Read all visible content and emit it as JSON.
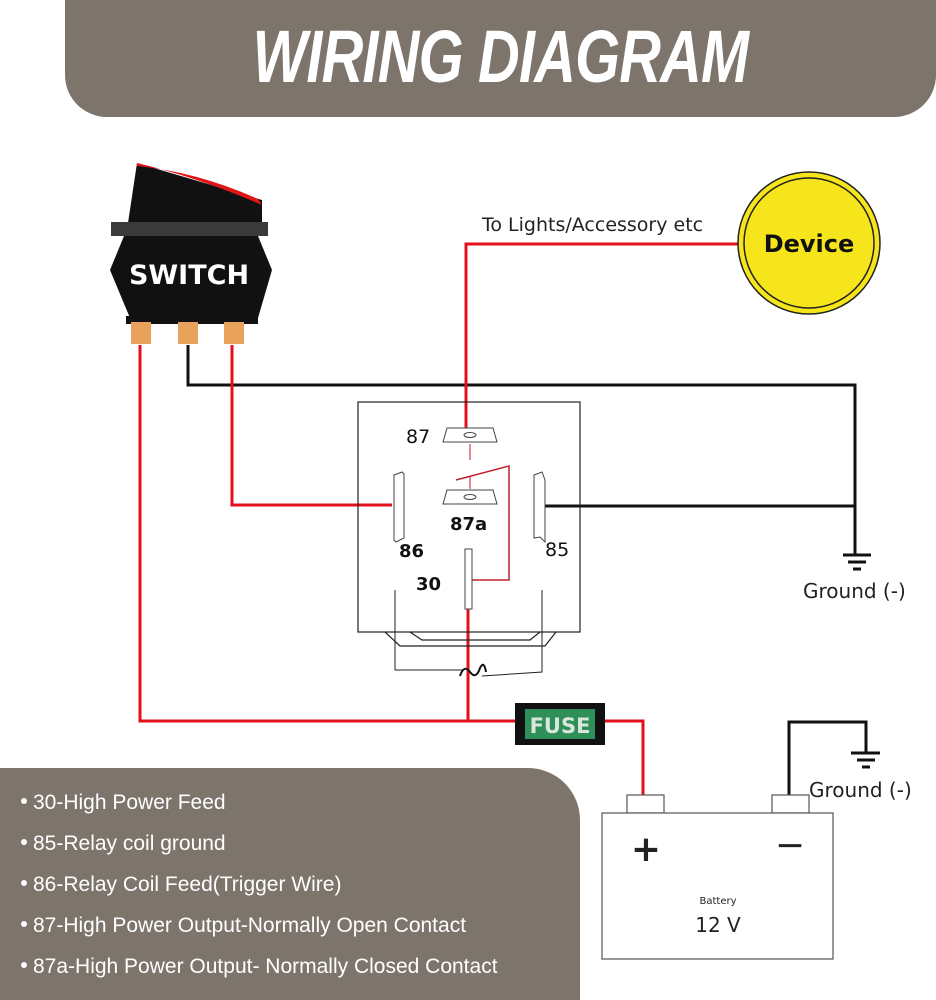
{
  "header": {
    "title": "WIRING DIAGRAM"
  },
  "colors": {
    "banner": "#7d746c",
    "wire_power": "#e3101c",
    "wire_ground": "#111111",
    "device_fill": "#f7e51b",
    "fuse_fill": "#2f8f58",
    "switch_pin": "#e8a25b",
    "switch_rocker": "#e01515"
  },
  "switch": {
    "label": "SWITCH"
  },
  "device": {
    "label": "Device",
    "wire_label": "To Lights/Accessory etc"
  },
  "relay": {
    "pins": {
      "p87": "87",
      "p87a": "87a",
      "p86": "86",
      "p85": "85",
      "p30": "30"
    }
  },
  "ground_labels": {
    "relay_ground": "Ground (-)",
    "battery_ground": "Ground (-)"
  },
  "fuse": {
    "label": "FUSE"
  },
  "battery": {
    "title": "Battery",
    "voltage": "12 V",
    "plus": "+",
    "minus": "−"
  },
  "legend": {
    "items": [
      "30-High Power Feed",
      "85-Relay coil ground",
      "86-Relay Coil Feed(Trigger Wire)",
      "87-High Power Output-Normally Open Contact",
      "87a-High Power Output- Normally Closed Contact"
    ]
  }
}
